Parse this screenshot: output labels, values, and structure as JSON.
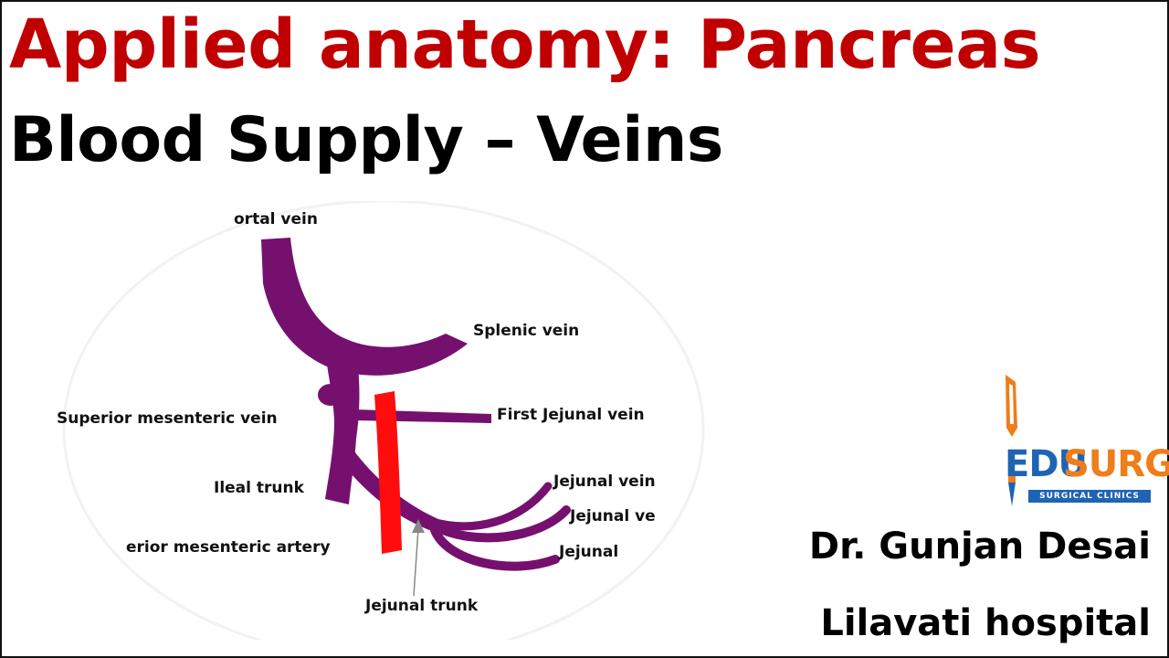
{
  "slide": {
    "title": "Applied anatomy: Pancreas",
    "subtitle": "Blood Supply – Veins"
  },
  "diagram": {
    "labels": {
      "portal_vein": "ortal vein",
      "splenic_vein": "Splenic vein",
      "superior_mesenteric_vein": "Superior mesenteric vein",
      "first_jejunal_vein": "First Jejunal vein",
      "ileal_trunk": "Ileal trunk",
      "jejunal_vein_1": "Jejunal vein",
      "jejunal_vein_2": "Jejunal ve",
      "jejunal_vein_3": "Jejunal",
      "superior_mesenteric_artery": "erior mesenteric artery",
      "jejunal_trunk": "Jejunal trunk"
    },
    "colors": {
      "vein": "#76106f",
      "artery": "#ff0d0d",
      "pointer": "#888888"
    }
  },
  "logo": {
    "edu": "EDU",
    "surg": "SURG",
    "tagline": "SURGICAL CLINICS"
  },
  "footer": {
    "author": "Dr. Gunjan Desai",
    "hospital": "Lilavati hospital"
  }
}
